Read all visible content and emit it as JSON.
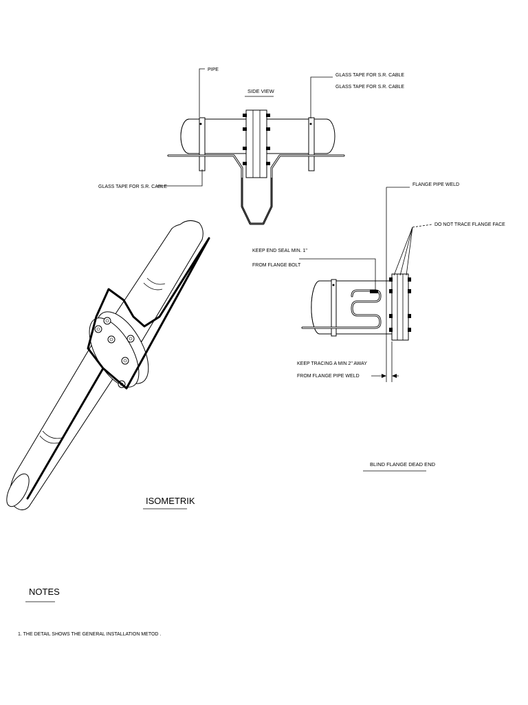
{
  "side_view": {
    "title": "SIDE VIEW",
    "pipe_label": "PIPE",
    "glass_tape_top_1": "GLASS TAPE FOR S.R. CABLE",
    "glass_tape_top_2": "GLASS TAPE FOR S.R. CABLE",
    "glass_tape_left": "GLASS TAPE FOR S.R. CABLE"
  },
  "dead_end": {
    "flange_pipe_weld": "FLANGE PIPE WELD",
    "do_not_trace": "DO NOT TRACE FLANGE FACE",
    "keep_end_seal_1": "KEEP END SEAL MIN. 1\"",
    "keep_end_seal_2": "FROM FLANGE BOLT",
    "keep_tracing_1": "KEEP TRACING A MIN 2\" AWAY",
    "keep_tracing_2": "FROM FLANGE PIPE WELD",
    "title": "BLIND FLANGE DEAD END"
  },
  "isometric": {
    "title": "ISOMETRIK"
  },
  "notes": {
    "heading": "NOTES",
    "items": [
      "1.  THE DETAIL SHOWS  THE  GENERAL  INSTALLATION METOD ."
    ]
  }
}
